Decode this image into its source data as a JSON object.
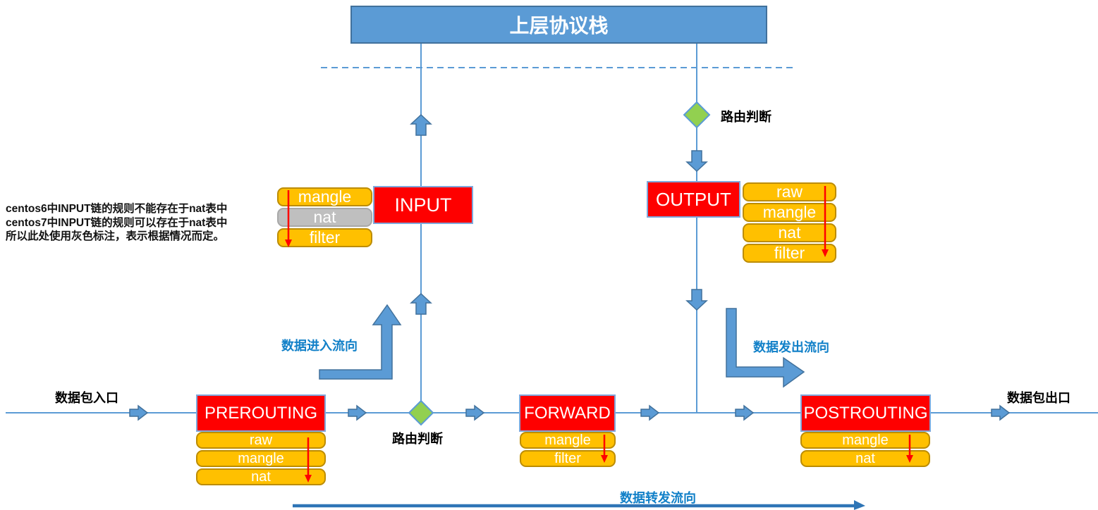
{
  "colors": {
    "flow_blue": "#5B9BD5",
    "flow_blue_dark": "#41719C",
    "chain_red": "#FE0000",
    "table_yellow": "#FFC000",
    "table_yellow_border": "#BC8C00",
    "table_gray": "#BFBFBF",
    "diamond_green": "#92D050",
    "label_blue": "#1180C8",
    "order_arrow_red": "#FF0000"
  },
  "top_box": {
    "label": "上层协议栈"
  },
  "note": {
    "line1": "centos6中INPUT链的规则不能存在于nat表中",
    "line2": "centos7中INPUT链的规则可以存在于nat表中",
    "line3": "所以此处使用灰色标注，表示根据情况而定。"
  },
  "labels": {
    "routing_decision_top": "路由判断",
    "routing_decision_bottom": "路由判断",
    "packet_entry": "数据包入口",
    "packet_exit": "数据包出口",
    "flow_incoming": "数据进入流向",
    "flow_outgoing": "数据发出流向",
    "flow_forwarding": "数据转发流向"
  },
  "chains": {
    "input": {
      "name": "INPUT",
      "tables": [
        "mangle",
        "nat",
        "filter"
      ]
    },
    "output": {
      "name": "OUTPUT",
      "tables": [
        "raw",
        "mangle",
        "nat",
        "filter"
      ]
    },
    "prerouting": {
      "name": "PREROUTING",
      "tables": [
        "raw",
        "mangle",
        "nat"
      ]
    },
    "forward": {
      "name": "FORWARD",
      "tables": [
        "mangle",
        "filter"
      ]
    },
    "postrouting": {
      "name": "POSTROUTING",
      "tables": [
        "mangle",
        "nat"
      ]
    }
  }
}
